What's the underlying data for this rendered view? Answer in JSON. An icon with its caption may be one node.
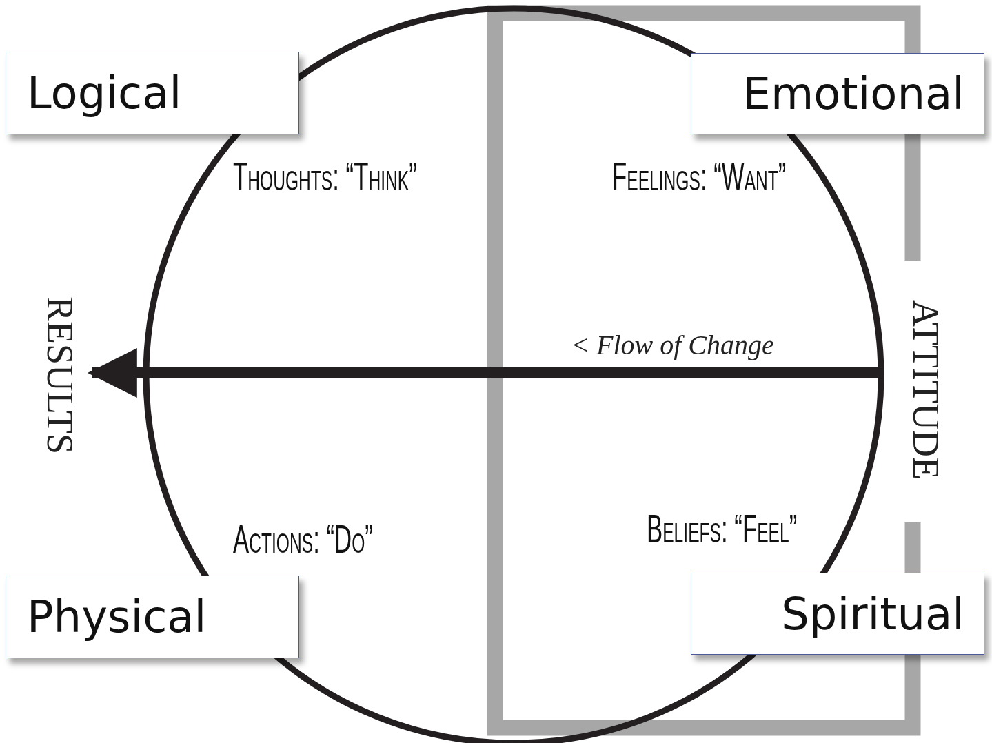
{
  "diagram": {
    "nodes": [
      {
        "text": [
          "Logical"
        ]
      },
      {
        "text": [
          "Emotional"
        ]
      },
      {
        "text": [
          "RESULTS"
        ]
      },
      {
        "text": [
          "ATTITUDE"
        ]
      },
      {
        "text": [
          "Physical"
        ]
      },
      {
        "text": [
          "Spiritual"
        ]
      }
    ],
    "edges": [
      {
        "from": 3,
        "to": 2,
        "arrow": "to",
        "label": "< Flow of Change"
      }
    ],
    "labels": [
      "Thoughts: “Think”",
      "Feelings: “Want”",
      "Actions: “Do”",
      "Beliefs: “Feel”"
    ]
  }
}
